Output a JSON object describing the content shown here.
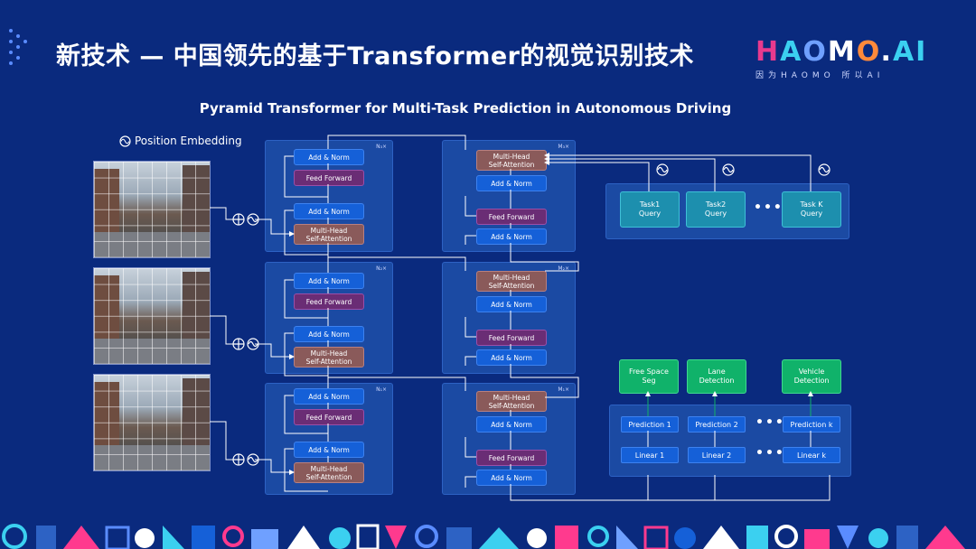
{
  "header": {
    "title": "新技术 — 中国领先的基于Transformer的视觉识别技术",
    "logo": "HAOMO.AI",
    "logo_tagline": "因为HAOMO  所以AI"
  },
  "diagram": {
    "title": "Pyramid Transformer for Multi-Task Prediction in Autonomous Driving",
    "position_embedding": "Position Embedding",
    "blocks": {
      "add_norm": "Add & Norm",
      "feed_forward": "Feed Forward",
      "mha_line1": "Multi-Head",
      "mha_line2": "Self-Attention"
    },
    "encoder_labels": [
      "N₃×",
      "N₂×",
      "N₁×"
    ],
    "decoder_labels": [
      "M₃×",
      "M₂×",
      "M₁×"
    ],
    "tasks": [
      {
        "l1": "Task1",
        "l2": "Query"
      },
      {
        "l1": "Task2",
        "l2": "Query"
      },
      {
        "l1": "Task K",
        "l2": "Query"
      }
    ],
    "dots": "•••",
    "outputs": [
      {
        "l1": "Free Space",
        "l2": "Seg"
      },
      {
        "l1": "Lane",
        "l2": "Detection"
      },
      {
        "l1": "Vehicle",
        "l2": "Detection"
      }
    ],
    "predictions": [
      "Prediction 1",
      "Prediction 2",
      "Prediction k"
    ],
    "linears": [
      "Linear 1",
      "Linear 2",
      "Linear k"
    ]
  },
  "colors": {
    "background": "#0a2a7e",
    "panel": "#1b4aa3",
    "add_norm": "#1560d8",
    "feed_forward": "#6a2d75",
    "mha": "#8a5a5a",
    "task": "#1d8fae",
    "output": "#10b26a"
  }
}
